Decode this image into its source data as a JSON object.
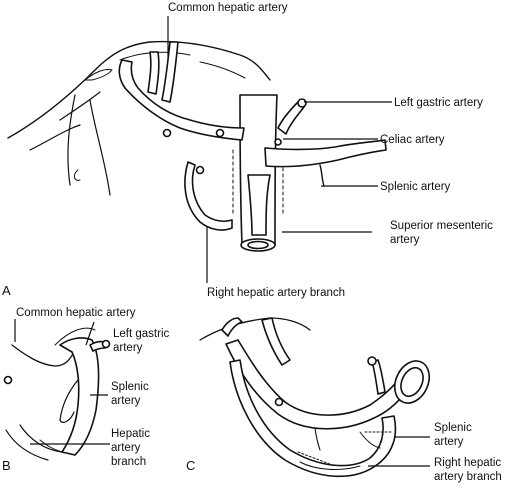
{
  "panel_a": {
    "letter": "A",
    "labels": {
      "common_hepatic": "Common hepatic artery",
      "left_gastric": "Left gastric artery",
      "celiac": "Celiac artery",
      "splenic": "Splenic artery",
      "sma_line1": "Superior mesenteric",
      "sma_line2": "artery",
      "right_hepatic_branch": "Right hepatic artery branch"
    }
  },
  "panel_b": {
    "letter": "B",
    "labels": {
      "common_hepatic": "Common hepatic artery",
      "left_gastric_line1": "Left gastric",
      "left_gastric_line2": "artery",
      "splenic_line1": "Splenic",
      "splenic_line2": "artery",
      "hepatic_line1": "Hepatic",
      "hepatic_line2": "artery",
      "hepatic_line3": "branch"
    }
  },
  "panel_c": {
    "letter": "C",
    "labels": {
      "splenic_line1": "Splenic",
      "splenic_line2": "artery",
      "right_hepatic_line1": "Right hepatic",
      "right_hepatic_line2": "artery branch"
    }
  }
}
